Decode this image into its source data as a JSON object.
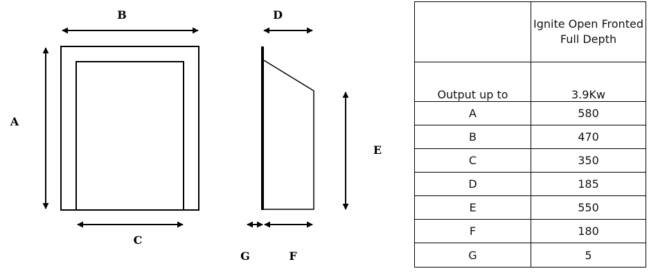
{
  "diagram": {
    "labels": {
      "a": "A",
      "b": "B",
      "c": "C",
      "d": "D",
      "e": "E",
      "f": "F",
      "g": "G"
    }
  },
  "table": {
    "header_left": "",
    "header_right": "Ignite Open Fronted Full Depth",
    "output_label": "Output up to",
    "output_value": "3.9Kw",
    "rows": [
      {
        "dim": "A",
        "value": "580"
      },
      {
        "dim": "B",
        "value": "470"
      },
      {
        "dim": "C",
        "value": "350"
      },
      {
        "dim": "D",
        "value": "185"
      },
      {
        "dim": "E",
        "value": "550"
      },
      {
        "dim": "F",
        "value": "180"
      },
      {
        "dim": "G",
        "value": "5"
      }
    ]
  },
  "colors": {
    "line": "#000000",
    "background": "#ffffff"
  }
}
